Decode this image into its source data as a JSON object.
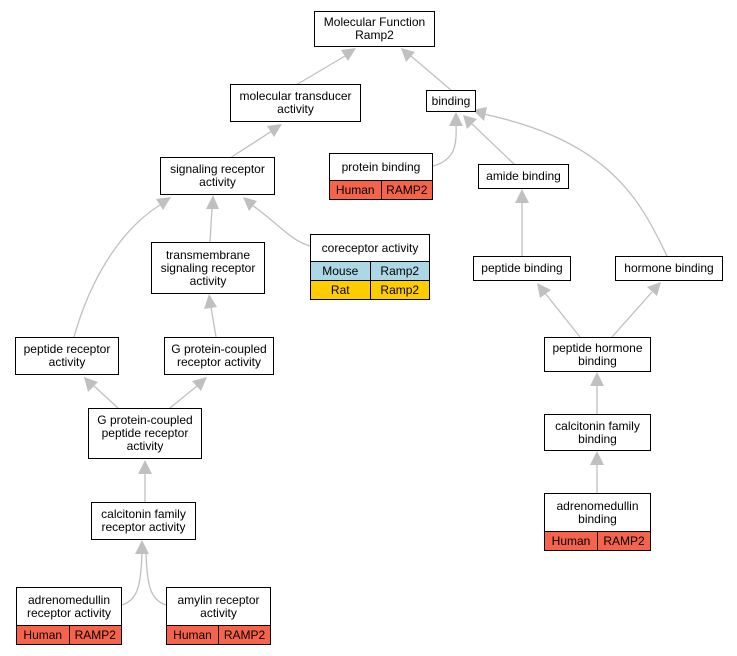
{
  "colors": {
    "human": "#f4634a",
    "mouse": "#acd8e5",
    "rat": "#ffcc00",
    "edge": "#c0c0c0"
  },
  "nodes": {
    "molecular_function": {
      "lines": [
        "Molecular Function",
        "Ramp2"
      ]
    },
    "molecular_transducer": {
      "lines": [
        "molecular transducer",
        "activity"
      ]
    },
    "binding": {
      "lines": [
        "binding"
      ]
    },
    "signaling_receptor": {
      "lines": [
        "signaling receptor",
        "activity"
      ]
    },
    "protein_binding": {
      "lines": [
        "protein binding"
      ],
      "annotations": [
        {
          "species": "Human",
          "gene": "RAMP2",
          "color": "human"
        }
      ]
    },
    "amide_binding": {
      "lines": [
        "amide binding"
      ]
    },
    "transmembrane": {
      "lines": [
        "transmembrane",
        "signaling receptor",
        "activity"
      ]
    },
    "coreceptor": {
      "lines": [
        "coreceptor activity"
      ],
      "annotations": [
        {
          "species": "Mouse",
          "gene": "Ramp2",
          "color": "mouse"
        },
        {
          "species": "Rat",
          "gene": "Ramp2",
          "color": "rat"
        }
      ]
    },
    "peptide_binding": {
      "lines": [
        "peptide binding"
      ]
    },
    "hormone_binding": {
      "lines": [
        "hormone binding"
      ]
    },
    "peptide_receptor": {
      "lines": [
        "peptide receptor",
        "activity"
      ]
    },
    "gpcr": {
      "lines": [
        "G protein-coupled",
        "receptor activity"
      ]
    },
    "peptide_hormone_binding": {
      "lines": [
        "peptide hormone",
        "binding"
      ]
    },
    "gpcr_peptide": {
      "lines": [
        "G protein-coupled",
        "peptide receptor",
        "activity"
      ]
    },
    "calcitonin_binding": {
      "lines": [
        "calcitonin family",
        "binding"
      ]
    },
    "calcitonin_receptor": {
      "lines": [
        "calcitonin family",
        "receptor activity"
      ]
    },
    "adrenomedullin_binding": {
      "lines": [
        "adrenomedullin",
        "binding"
      ],
      "annotations": [
        {
          "species": "Human",
          "gene": "RAMP2",
          "color": "human"
        }
      ]
    },
    "adrenomedullin_receptor": {
      "lines": [
        "adrenomedullin",
        "receptor activity"
      ],
      "annotations": [
        {
          "species": "Human",
          "gene": "RAMP2",
          "color": "human"
        }
      ]
    },
    "amylin_receptor": {
      "lines": [
        "amylin receptor",
        "activity"
      ],
      "annotations": [
        {
          "species": "Human",
          "gene": "RAMP2",
          "color": "human"
        }
      ]
    }
  }
}
